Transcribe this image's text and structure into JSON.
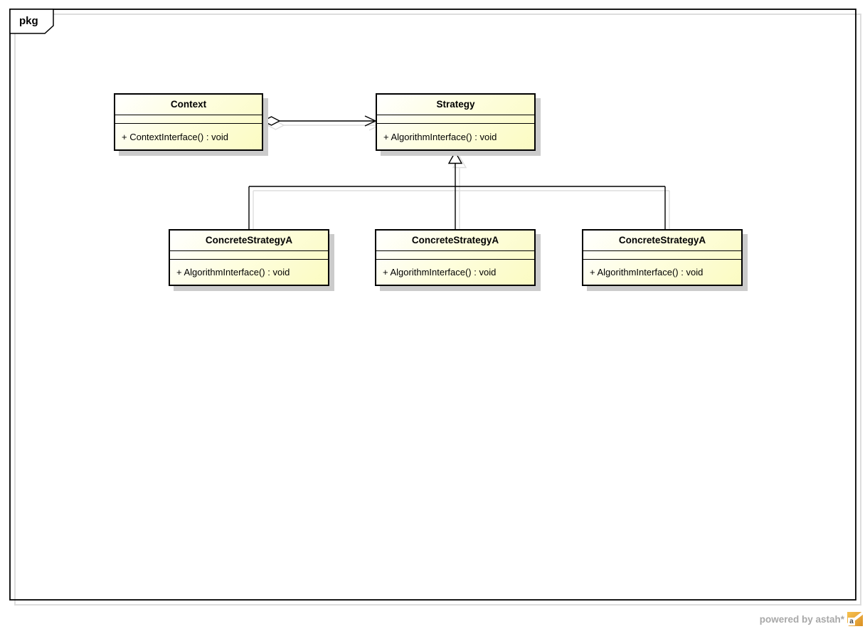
{
  "diagram": {
    "type": "UML class diagram (Strategy pattern)",
    "frame_tab_label": "pkg"
  },
  "classes": [
    {
      "name": "Context",
      "attributes": [],
      "operations": [
        "+ ContextInterface() : void"
      ]
    },
    {
      "name": "Strategy",
      "attributes": [],
      "operations": [
        "+ AlgorithmInterface() : void"
      ]
    },
    {
      "name": "ConcreteStrategyA",
      "attributes": [],
      "operations": [
        "+ AlgorithmInterface() : void"
      ]
    },
    {
      "name": "ConcreteStrategyA",
      "attributes": [],
      "operations": [
        "+ AlgorithmInterface() : void"
      ]
    },
    {
      "name": "ConcreteStrategyA",
      "attributes": [],
      "operations": [
        "+ AlgorithmInterface() : void"
      ]
    }
  ],
  "relationships": [
    {
      "type": "aggregation",
      "from": "Context",
      "to": "Strategy",
      "arrow": "open arrowhead at Strategy, hollow diamond at Context"
    },
    {
      "type": "generalization",
      "from": "ConcreteStrategyA (left)",
      "to": "Strategy"
    },
    {
      "type": "generalization",
      "from": "ConcreteStrategyA (middle)",
      "to": "Strategy"
    },
    {
      "type": "generalization",
      "from": "ConcreteStrategyA (right)",
      "to": "Strategy"
    }
  ],
  "watermark": {
    "text": "powered by astah*",
    "icon": "astah-logo-icon",
    "icon_letter": "a"
  },
  "colors": {
    "class_fill_top": "#ffffff",
    "class_fill_bottom": "#fbfbc2",
    "border": "#000000",
    "box_shadow": "#cbcbcb",
    "line_shadow": "#dedede",
    "frame_shadow": "#dddddd",
    "watermark_text": "#a8a8a8",
    "watermark_icon_orange": "#e9a83d"
  }
}
